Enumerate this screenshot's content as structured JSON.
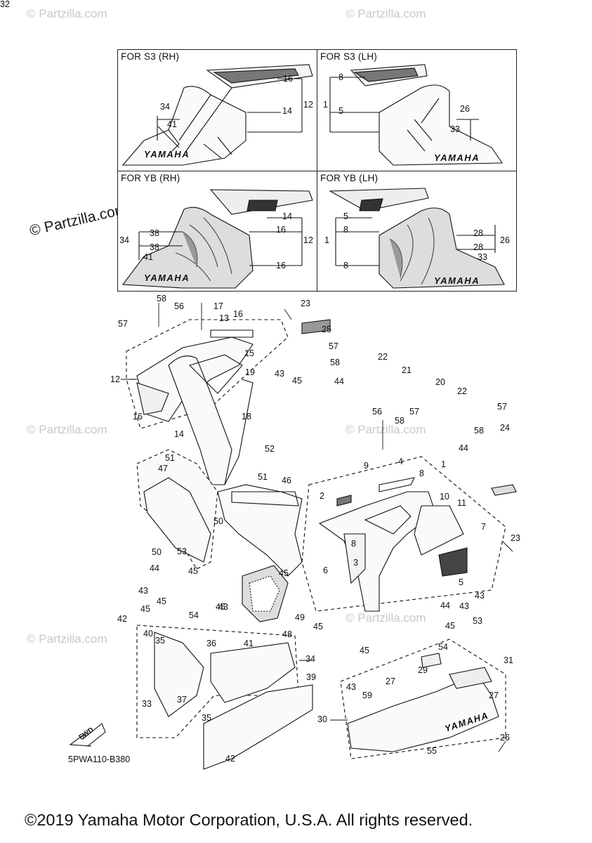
{
  "watermark": {
    "text": "© Partzilla.com",
    "dark_text": "© Partzilla.com"
  },
  "panels": [
    {
      "title": "FOR S3 (RH)",
      "labels": [
        "16",
        "14",
        "12",
        "34",
        "41"
      ],
      "logo": "YAMAHA"
    },
    {
      "title": "FOR S3 (LH)",
      "labels": [
        "8",
        "1",
        "5",
        "26",
        "33"
      ],
      "logo": "YAMAHA"
    },
    {
      "title": "FOR YB (RH)",
      "labels": [
        "14",
        "16",
        "12",
        "34",
        "38",
        "38",
        "41",
        "16"
      ],
      "logo": "YAMAHA"
    },
    {
      "title": "FOR YB (LH)",
      "labels": [
        "5",
        "8",
        "1",
        "8",
        "28",
        "26",
        "28",
        "33"
      ],
      "logo": "YAMAHA"
    }
  ],
  "callouts": [
    "57",
    "58",
    "56",
    "17",
    "13",
    "16",
    "23",
    "25",
    "12",
    "15",
    "19",
    "57",
    "58",
    "16",
    "43",
    "45",
    "22",
    "21",
    "44",
    "20",
    "22",
    "57",
    "14",
    "18",
    "52",
    "56",
    "57",
    "58",
    "58",
    "24",
    "44",
    "51",
    "9",
    "4",
    "1",
    "8",
    "47",
    "51",
    "2",
    "46",
    "10",
    "11",
    "7",
    "50",
    "23",
    "6",
    "3",
    "8",
    "50",
    "5",
    "53",
    "44",
    "45",
    "45",
    "43",
    "45",
    "43",
    "45",
    "45",
    "43",
    "54",
    "45",
    "43",
    "49",
    "48",
    "44",
    "42",
    "45",
    "53",
    "40",
    "35",
    "36",
    "41",
    "34",
    "54",
    "45",
    "29",
    "31",
    "43",
    "27",
    "27",
    "33",
    "37",
    "35",
    "39",
    "59",
    "30",
    "26",
    "42",
    "55",
    "32"
  ],
  "bottom_logo": "YAMAHA",
  "fwd_label": "FWD",
  "diagram_code": "5PWA110-B380",
  "copyright": "©2019 Yamaha Motor Corporation, U.S.A. All rights reserved."
}
